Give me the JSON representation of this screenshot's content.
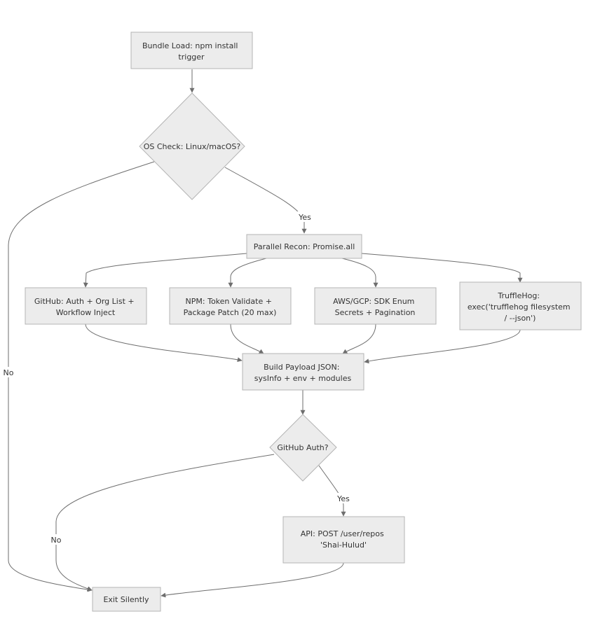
{
  "nodes": {
    "bundle_load": {
      "lines": [
        "Bundle Load: npm install",
        "trigger"
      ]
    },
    "os_check": {
      "lines": [
        "OS Check: Linux/macOS?"
      ]
    },
    "parallel_recon": {
      "lines": [
        "Parallel Recon: Promise.all"
      ]
    },
    "github": {
      "lines": [
        "GitHub: Auth + Org List +",
        "Workflow Inject"
      ]
    },
    "npm": {
      "lines": [
        "NPM: Token Validate +",
        "Package Patch (20 max)"
      ]
    },
    "aws_gcp": {
      "lines": [
        "AWS/GCP: SDK Enum",
        "Secrets + Pagination"
      ]
    },
    "trufflehog": {
      "lines": [
        "TruffleHog:",
        "exec('trufflehog filesystem",
        "/ --json')"
      ]
    },
    "build_payload": {
      "lines": [
        "Build Payload JSON:",
        "sysInfo + env + modules"
      ]
    },
    "github_auth": {
      "lines": [
        "GitHub Auth?"
      ]
    },
    "api_post": {
      "lines": [
        "API: POST /user/repos",
        "'Shai-Hulud'"
      ]
    },
    "exit_silently": {
      "lines": [
        "Exit Silently"
      ]
    }
  },
  "edge_labels": {
    "os_yes": "Yes",
    "os_no": "No",
    "auth_yes": "Yes",
    "auth_no": "No"
  }
}
